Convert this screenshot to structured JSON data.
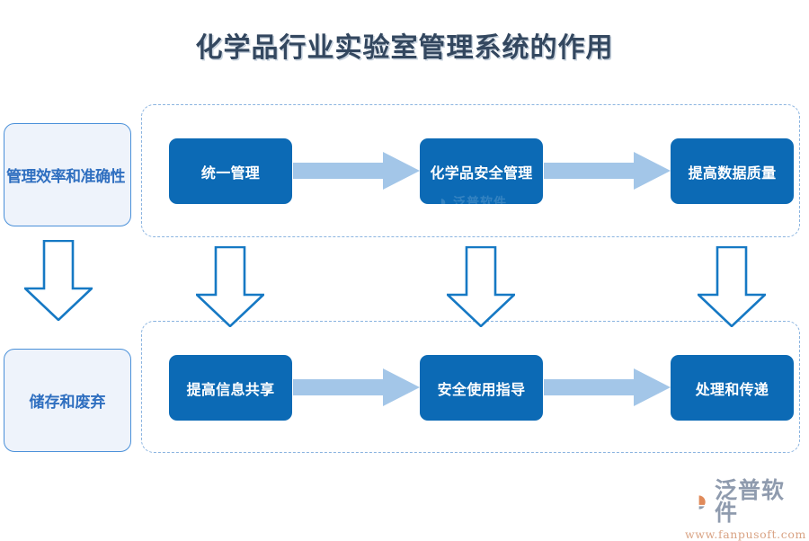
{
  "page": {
    "title": "化学品行业实验室管理系统的作用",
    "background_color": "#ffffff"
  },
  "colors": {
    "title_text": "#33475f",
    "title_shadow": "#c9d3de",
    "process_box_fill": "#0c6ab5",
    "process_box_text": "#ffffff",
    "side_box_fill": "#eef3fb",
    "side_box_border": "#4a90d9",
    "side_box_text": "#2f6fc0",
    "horizontal_arrow": "#a3c6e8",
    "vertical_arrow_stroke": "#1679c4",
    "vertical_arrow_fill": "#ffffff",
    "group_dashed_border": "#8bb4e0",
    "watermark_text": "#8f9bae",
    "watermark_url": "#d9a384"
  },
  "side_boxes": [
    {
      "label": "管理效率和准确性"
    },
    {
      "label": "储存和废弃"
    }
  ],
  "groups": [
    {
      "name": "row-1",
      "steps": [
        {
          "label": "统一管理"
        },
        {
          "label": "化学品安全管理"
        },
        {
          "label": "提高数据质量"
        }
      ],
      "connectors": [
        {
          "icon": "right-arrow-icon"
        },
        {
          "icon": "right-arrow-icon"
        }
      ]
    },
    {
      "name": "row-2",
      "steps": [
        {
          "label": "提高信息共享"
        },
        {
          "label": "安全使用指导"
        },
        {
          "label": "处理和传递"
        }
      ],
      "connectors": [
        {
          "icon": "right-arrow-icon"
        },
        {
          "icon": "right-arrow-icon"
        }
      ]
    }
  ],
  "vertical_connectors": [
    {
      "icon": "down-arrow-icon",
      "from": "管理效率和准确性",
      "to": "储存和废弃"
    },
    {
      "icon": "down-arrow-icon",
      "from": "统一管理",
      "to": "提高信息共享"
    },
    {
      "icon": "down-arrow-icon",
      "from": "化学品安全管理",
      "to": "安全使用指导"
    },
    {
      "icon": "down-arrow-icon",
      "from": "提高数据质量",
      "to": "处理和传递"
    }
  ],
  "watermark": {
    "brand": "泛普软件",
    "url": "www.fanpusoft.com",
    "logo_icon": "fanpu-circle-logo-icon"
  }
}
